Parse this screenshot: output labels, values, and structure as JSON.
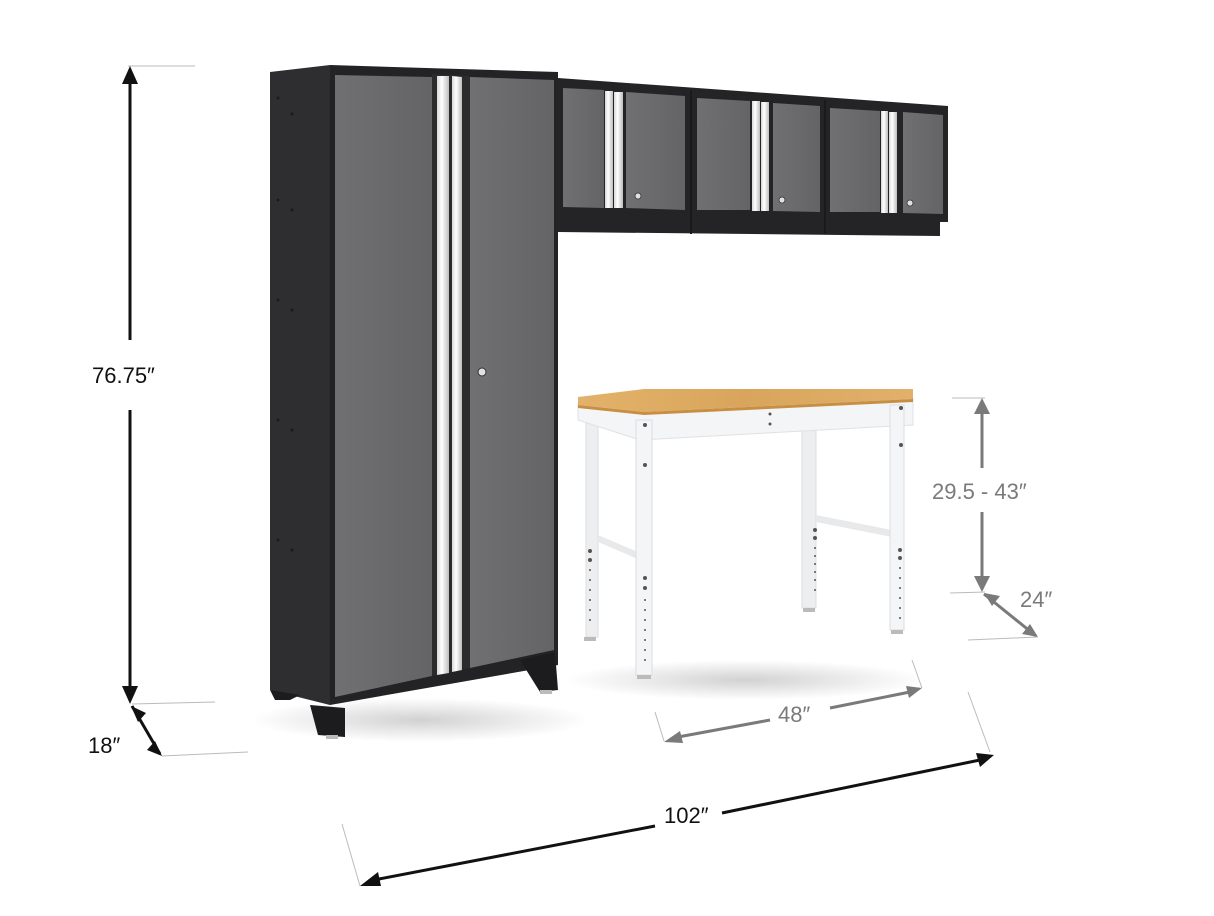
{
  "diagram": {
    "type": "product-dimension-diagram",
    "components": [
      {
        "name": "tall-locker-cabinet",
        "doors": 2,
        "door_color": "#6b6b6d",
        "frame_color": "#2a2a2c",
        "handle_color": "#e8e8e8"
      },
      {
        "name": "wall-cabinet",
        "count": 3,
        "doors_each": 2,
        "door_color": "#6b6b6d",
        "frame_color": "#2a2a2c"
      },
      {
        "name": "workbench",
        "top_color": "#d9a55c",
        "frame_color": "#f2f3f5"
      }
    ],
    "colors": {
      "primary_dimension": "#111111",
      "secondary_dimension": "#7a7a7a",
      "extension_line": "#bbbbbb"
    },
    "dimensions": {
      "cabinet_height": "76.75″",
      "cabinet_depth": "18″",
      "bench_height": "29.5 - 43″",
      "bench_depth": "24″",
      "bench_width": "48″",
      "total_width": "102″"
    }
  }
}
